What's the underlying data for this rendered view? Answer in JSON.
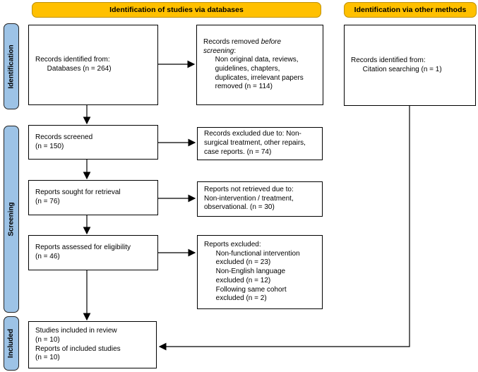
{
  "banners": {
    "databases": "Identification of studies via databases",
    "other_methods": "Identification via other methods"
  },
  "sidebar": {
    "identification": "Identification",
    "screening": "Screening",
    "included": "Included"
  },
  "boxes": {
    "records_identified": "Records identified from:\n      Databases (n = 264)",
    "records_removed": {
      "part1": "Records removed ",
      "italic": "before\nscreening",
      "part2": ":\n      Non original data, reviews,\n      guidelines, chapters,\n      duplicates, irrelevant papers\n      removed (n = 114)"
    },
    "citation_identified": "Records identified from:\n      Citation searching (n = 1)",
    "records_screened": "Records screened\n(n = 150)",
    "records_excluded": "Records excluded due to: Non-\nsurgical treatment, other repairs,\ncase reports. (n = 74)",
    "reports_sought": "Reports sought for retrieval\n(n = 76)",
    "reports_not_retrieved": "Reports not retrieved due to:\nNon-intervention / treatment,\nobservational. (n = 30)",
    "reports_assessed": "Reports assessed for eligibility\n(n = 46)",
    "reports_excluded": "Reports excluded:\n      Non-functional intervention\n      excluded (n = 23)\n      Non-English language\n      excluded (n = 12)\n      Following same cohort\n      excluded (n = 2)",
    "studies_included": "Studies included in review\n(n = 10)\nReports of included studies\n(n = 10)"
  },
  "colors": {
    "banner_bg": "#FFC000",
    "banner_border": "#BF9000",
    "sidebar_bg": "#9DC3E6",
    "box_border": "#000000"
  }
}
